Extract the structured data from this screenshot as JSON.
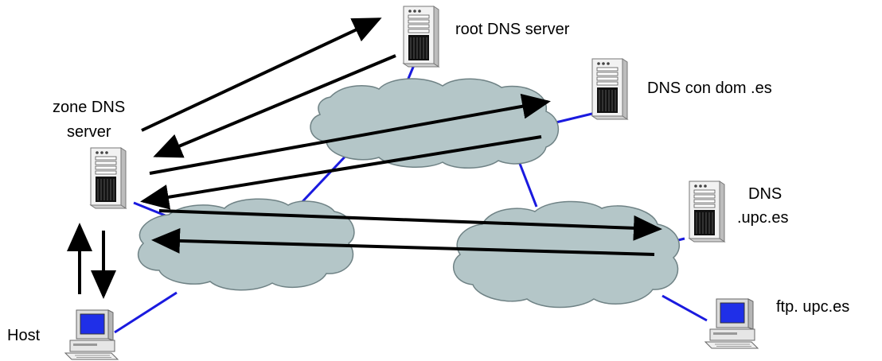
{
  "labels": {
    "root_dns": "root DNS server",
    "dns_es_line1": "DNS con dom .es",
    "zone_dns_line1": "zone DNS",
    "zone_dns_line2": "server",
    "dns_upc_line1": "DNS",
    "dns_upc_line2": ".upc.es",
    "ftp": "ftp. upc.es",
    "host": "Host"
  },
  "colors": {
    "cloud_fill": "#b4c6c8",
    "cloud_stroke": "#6f8285",
    "link": "#1a1adf",
    "arrow": "#000000",
    "server_body": "#f2f2f2",
    "monitor_screen": "#1f2fe8"
  },
  "icons": {
    "server": "server-tower-icon",
    "computer": "desktop-computer-icon",
    "cloud": "network-cloud-icon"
  }
}
